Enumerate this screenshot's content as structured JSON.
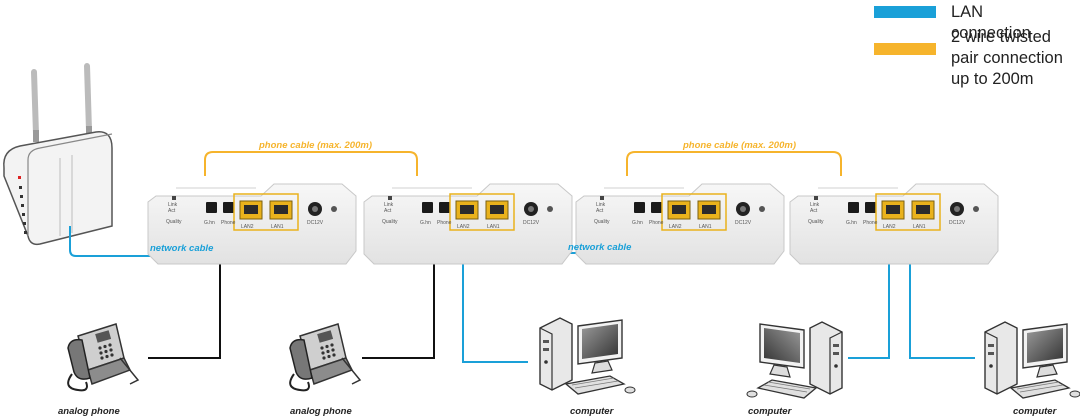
{
  "legend": {
    "items": [
      {
        "text": "LAN connection",
        "color": "#1aa0d8"
      },
      {
        "text": "2 wire twisted\npair connection\nup to 200m",
        "color": "#f6b42c"
      }
    ]
  },
  "cable_labels": {
    "phone_cable": "phone cable (max. 200m)",
    "network_cable": "network cable"
  },
  "port_labels": {
    "link": "Link",
    "act": "Act",
    "quality": "Quality",
    "g_hn": "G.hn",
    "phone": "Phone",
    "lan2": "LAN2",
    "lan1": "LAN1",
    "dc12v": "DC12V"
  },
  "device_labels": {
    "analog_phone": "analog phone",
    "computer": "computer"
  },
  "colors": {
    "lan": "#1aa0d8",
    "twisted_pair": "#f6b42c",
    "phone_wire": "#111111",
    "port": "#e9b21c"
  }
}
